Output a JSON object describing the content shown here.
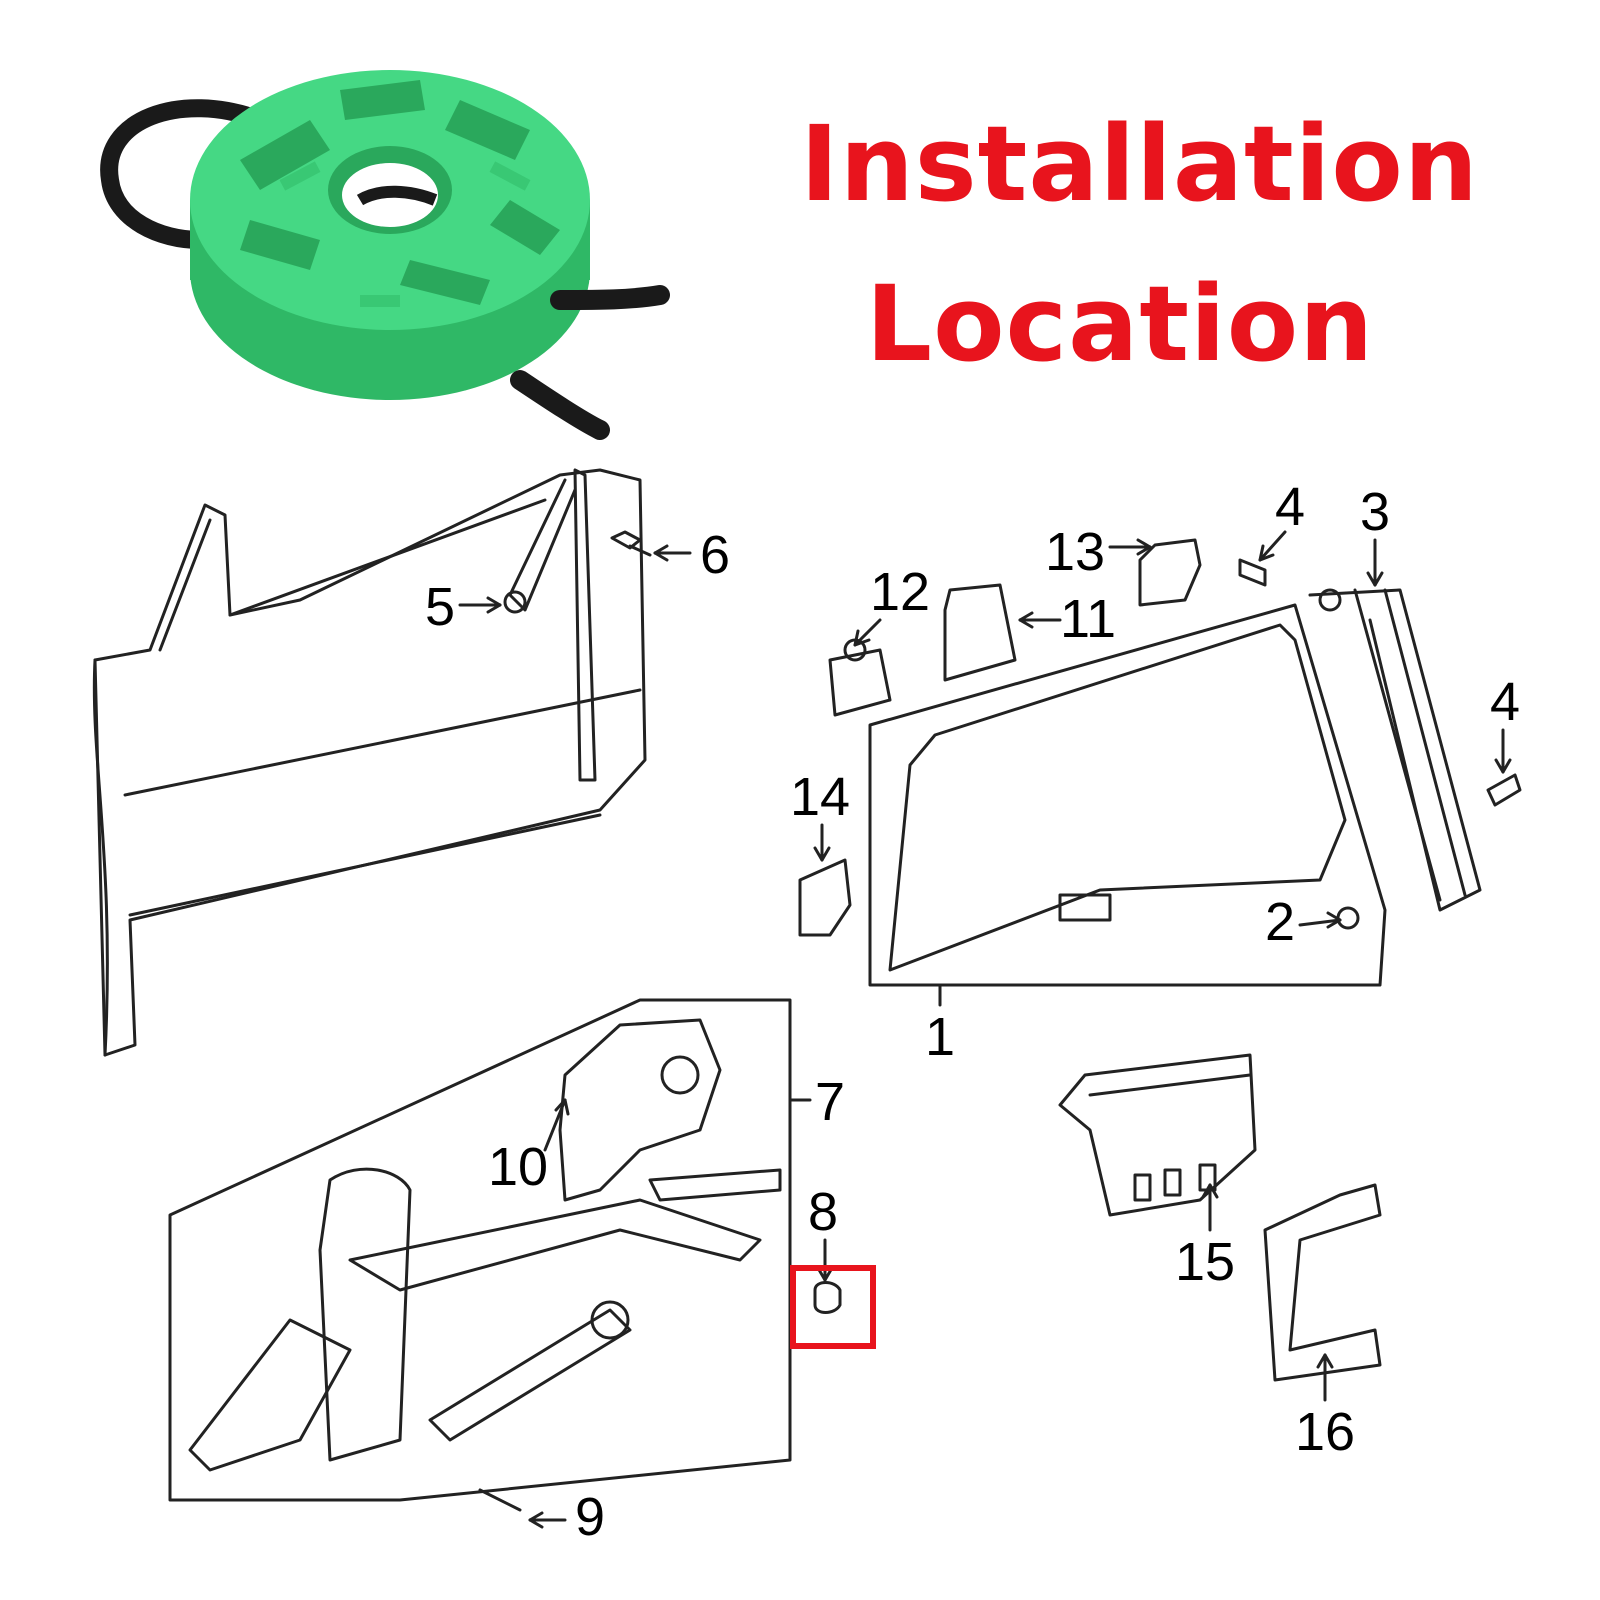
{
  "title": {
    "line1": "Installation",
    "line2": "Location"
  },
  "colors": {
    "title": "#e8141d",
    "highlight_box": "#e8141d",
    "pulley": "#3ed37e",
    "pulley_dark": "#24a85a",
    "cable": "#1a1a1a",
    "line_art": "#222222"
  },
  "product": {
    "icon": "window-regulator-pulley-icon"
  },
  "highlighted_part": "8",
  "callouts": [
    {
      "id": "1",
      "label": "1"
    },
    {
      "id": "2",
      "label": "2"
    },
    {
      "id": "3",
      "label": "3"
    },
    {
      "id": "4a",
      "label": "4"
    },
    {
      "id": "4b",
      "label": "4"
    },
    {
      "id": "5",
      "label": "5"
    },
    {
      "id": "6",
      "label": "6"
    },
    {
      "id": "7",
      "label": "7"
    },
    {
      "id": "8",
      "label": "8"
    },
    {
      "id": "9",
      "label": "9"
    },
    {
      "id": "10",
      "label": "10"
    },
    {
      "id": "11",
      "label": "11"
    },
    {
      "id": "12",
      "label": "12"
    },
    {
      "id": "13",
      "label": "13"
    },
    {
      "id": "14",
      "label": "14"
    },
    {
      "id": "15",
      "label": "15"
    },
    {
      "id": "16",
      "label": "16"
    }
  ]
}
